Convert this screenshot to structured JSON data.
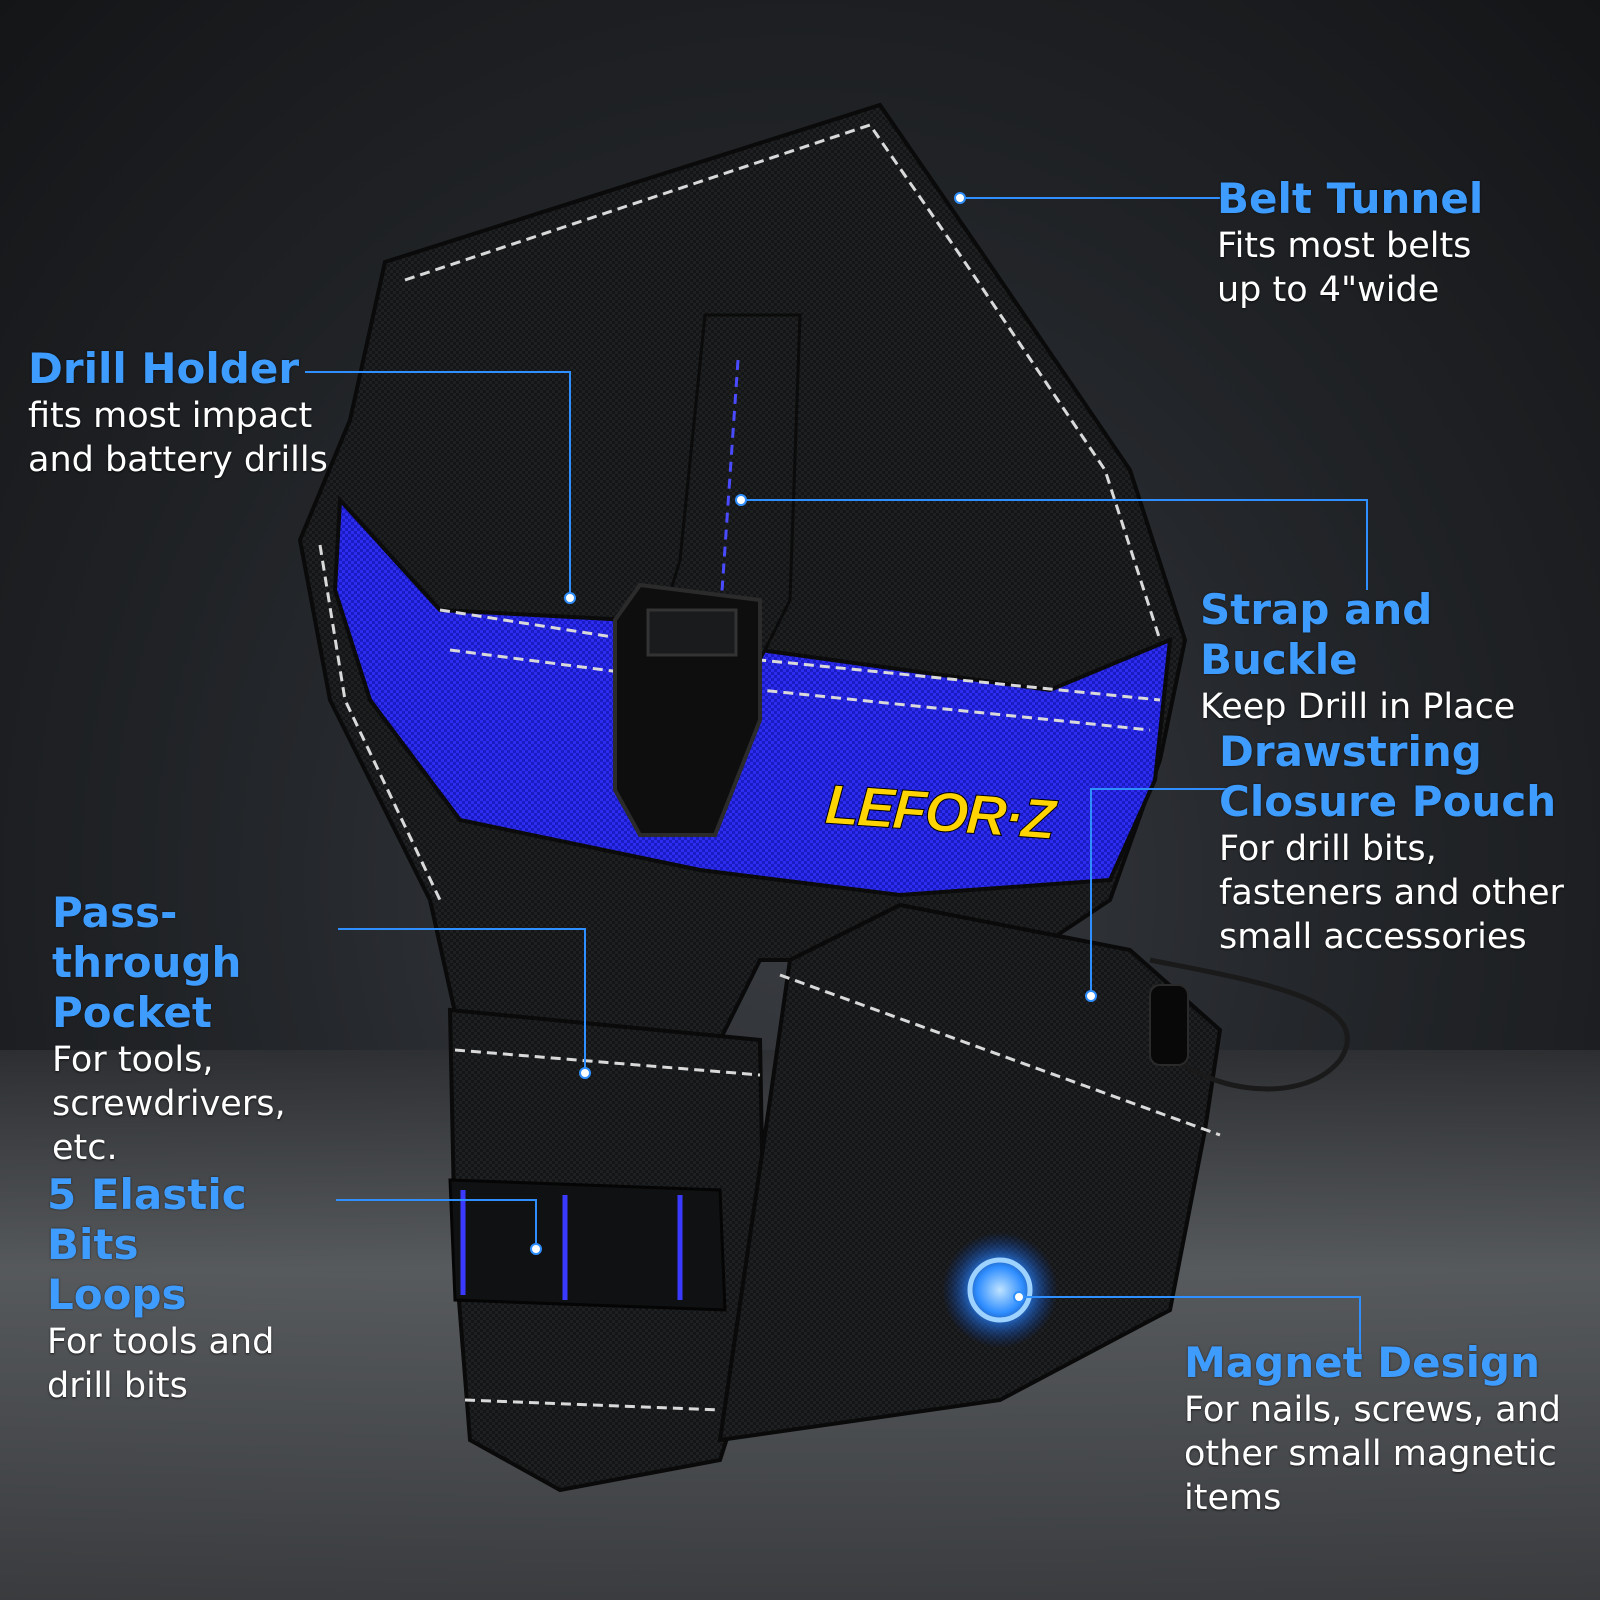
{
  "brand": {
    "logo_text": "LEFOR·Z"
  },
  "colors": {
    "accent_blue": "#3f9cff",
    "bag_black": "#121314",
    "bag_blue": "#2020d8",
    "logo_yellow": "#ffd400"
  },
  "callouts": {
    "belt_tunnel": {
      "title": "Belt Tunnel",
      "desc": "Fits most belts\nup to 4\"wide"
    },
    "drill_holder": {
      "title": "Drill Holder",
      "desc": "fits most impact\nand battery drills"
    },
    "strap_buckle": {
      "title": "Strap and Buckle",
      "desc": "Keep Drill in Place"
    },
    "drawstring": {
      "title": "Drawstring\nClosure Pouch",
      "desc": "For drill bits,\nfasteners and other\nsmall accessories"
    },
    "pass_through": {
      "title": "Pass-through\nPocket",
      "desc": "For tools,\nscrewdrivers, etc."
    },
    "elastic_loops": {
      "title": "5 Elastic Bits\nLoops",
      "desc": "For tools and\ndrill bits"
    },
    "magnet": {
      "title": "Magnet Design",
      "desc": "For nails, screws, and\nother small magnetic\nitems"
    }
  }
}
